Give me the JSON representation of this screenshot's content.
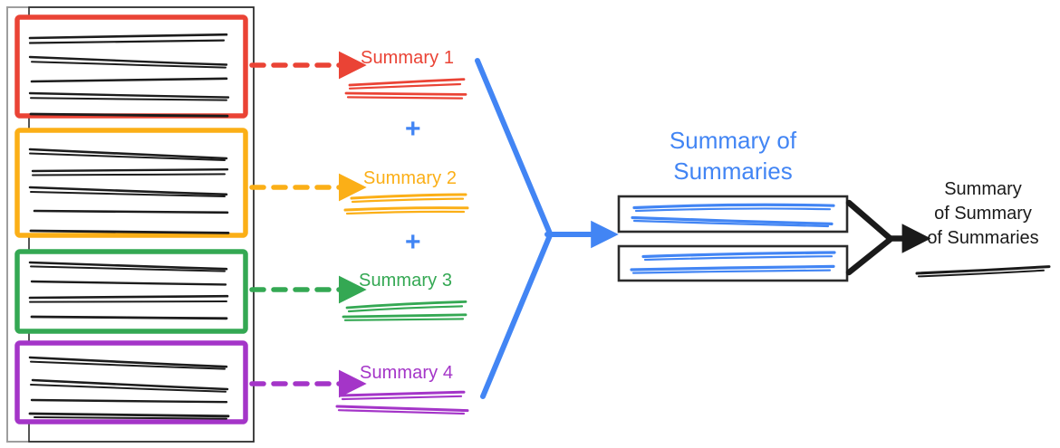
{
  "diagram": {
    "title": "Hierarchical summarization diagram",
    "background": "#ffffff",
    "colors": {
      "red": "#EA4335",
      "orange": "#FBAF17",
      "green": "#34A853",
      "purple": "#A435C8",
      "blue": "#4285F4",
      "black": "#1a1a1a",
      "gray_border": "#9e9e9e"
    }
  },
  "source_documents": {
    "container_name": "document-collection",
    "groups": [
      {
        "id": "group-1",
        "color": "#EA4335",
        "line_count": 5,
        "label": "red-document-group"
      },
      {
        "id": "group-2",
        "color": "#FBAF17",
        "line_count": 5,
        "label": "orange-document-group"
      },
      {
        "id": "group-3",
        "color": "#34A853",
        "line_count": 4,
        "label": "green-document-group"
      },
      {
        "id": "group-4",
        "color": "#A435C8",
        "line_count": 4,
        "label": "purple-document-group"
      }
    ]
  },
  "summaries": [
    {
      "label": "Summary 1",
      "color": "#EA4335",
      "arrow": "dashed-arrow-red"
    },
    {
      "label": "Summary 2",
      "color": "#FBAF17",
      "arrow": "dashed-arrow-orange"
    },
    {
      "label": "Summary 3",
      "color": "#34A853",
      "arrow": "dashed-arrow-green"
    },
    {
      "label": "Summary 4",
      "color": "#A435C8",
      "arrow": "dashed-arrow-purple"
    }
  ],
  "operators": [
    {
      "symbol": "+",
      "color": "#4285F4"
    },
    {
      "symbol": "+",
      "color": "#4285F4"
    }
  ],
  "summary_of_summaries": {
    "title_line_1": "Summary of",
    "title_line_2": "Summaries",
    "color": "#4285F4",
    "boxes": [
      {
        "id": "sos-box-1",
        "line_count": 2
      },
      {
        "id": "sos-box-2",
        "line_count": 2
      }
    ]
  },
  "final_output": {
    "line_1": "Summary",
    "line_2": "of Summary",
    "line_3": "of Summaries",
    "color": "#1a1a1a",
    "line_count": 1
  },
  "connectors": {
    "merge_blue": "blue-converging-arrow",
    "merge_black": "black-converging-arrow"
  }
}
